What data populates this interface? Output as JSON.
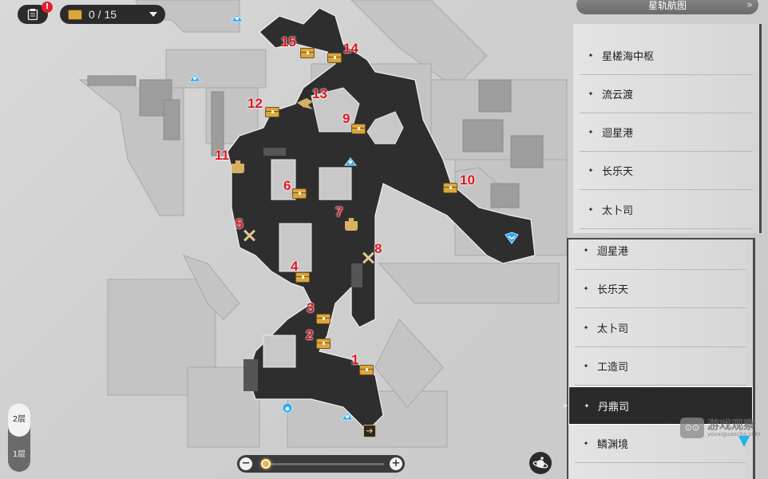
{
  "top_controls": {
    "log_icon": "clipboard-icon",
    "alert_badge": "!",
    "chest_counter": {
      "collected": 0,
      "total": 15,
      "text": "0 / 15",
      "icon": "treasure-chest-icon"
    }
  },
  "right_panel": {
    "header": {
      "title": "星轨航图",
      "chevron": "»"
    },
    "upper_list": [
      {
        "label": "星槎海中枢"
      },
      {
        "label": "流云渡"
      },
      {
        "label": "迴星港"
      },
      {
        "label": "长乐天"
      },
      {
        "label": "太卜司"
      }
    ],
    "lower_list": [
      {
        "label": "迴星港"
      },
      {
        "label": "长乐天"
      },
      {
        "label": "太卜司"
      },
      {
        "label": "工造司"
      },
      {
        "label": "丹鼎司",
        "selected": true
      },
      {
        "label": "鳞渊境"
      }
    ],
    "bullet": "✦",
    "selected_marker": "»"
  },
  "floor_switch": {
    "floors": [
      "2层",
      "1层"
    ],
    "active": "2层"
  },
  "zoom_slider": {
    "minus": "−",
    "plus": "+",
    "value_percent": 0
  },
  "map": {
    "markers": [
      {
        "number": "1",
        "type": "chest"
      },
      {
        "number": "2",
        "type": "chest"
      },
      {
        "number": "3",
        "type": "chest"
      },
      {
        "number": "4",
        "type": "chest"
      },
      {
        "number": "5",
        "type": "crossed-swords"
      },
      {
        "number": "6",
        "type": "chest"
      },
      {
        "number": "7",
        "type": "puzzle-piece"
      },
      {
        "number": "8",
        "type": "crossed-swords"
      },
      {
        "number": "9",
        "type": "chest"
      },
      {
        "number": "10",
        "type": "chest"
      },
      {
        "number": "11",
        "type": "puzzle-piece"
      },
      {
        "number": "12",
        "type": "chest"
      },
      {
        "number": "13",
        "type": "winged-emblem"
      },
      {
        "number": "14",
        "type": "chest"
      },
      {
        "number": "15",
        "type": "chest"
      }
    ],
    "colors": {
      "walkable": "#2e2e2e",
      "building": "#bdbdbd",
      "background": "#d3d3d3",
      "marker_number": "#e0141e",
      "chest": "#d9a640",
      "anchor": "#2aa8f0"
    }
  },
  "watermark": {
    "cn": "游戏观察",
    "en": "youxiguancha.com"
  }
}
